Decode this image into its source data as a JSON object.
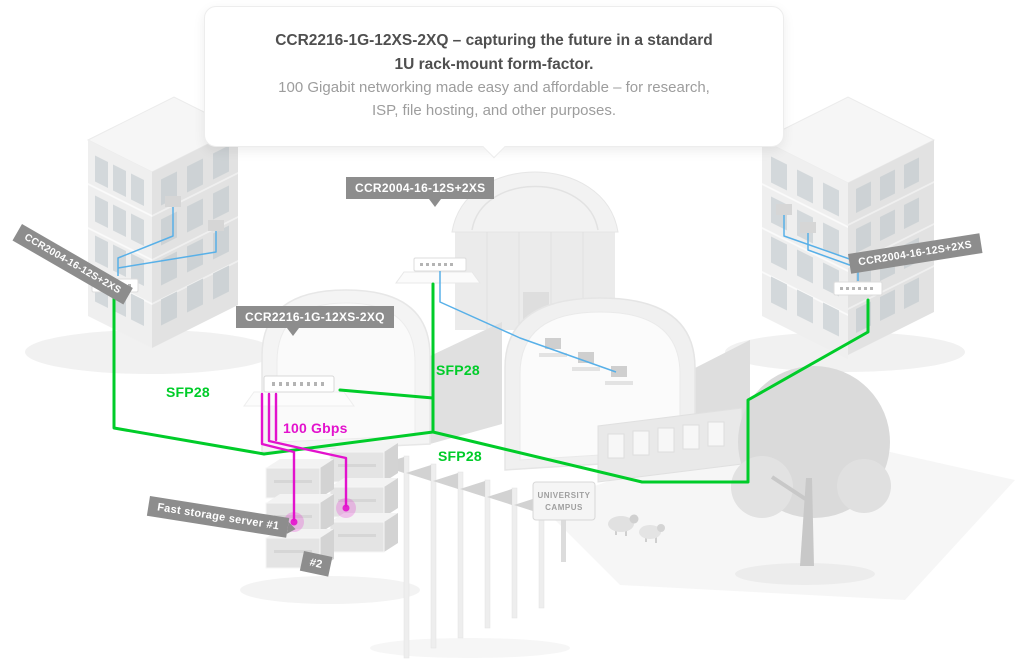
{
  "card": {
    "title_line1": "CCR2216-1G-12XS-2XQ – capturing the future in a standard",
    "title_line2": "1U rack-mount form-factor.",
    "subtitle_line1": "100 Gigabit networking made easy and affordable – for research,",
    "subtitle_line2": "ISP, file hosting, and other purposes."
  },
  "banners": {
    "left_router": "CCR2004-16-12S+2XS",
    "top_router": "CCR2004-16-12S+2XS",
    "right_router": "CCR2004-16-12S+2XS",
    "core_router": "CCR2216-1G-12XS-2XQ",
    "storage_primary": "Fast storage server #1",
    "storage_secondary": "#2"
  },
  "link_labels": {
    "sfp28_left": "SFP28",
    "sfp28_center": "SFP28",
    "sfp28_bottom": "SFP28",
    "speed": "100 Gbps"
  },
  "campus_sign": {
    "line1": "UNIVERSITY",
    "line2": "CAMPUS"
  },
  "colors": {
    "link_green": "#00cc29",
    "link_magenta": "#e312cd",
    "cable_blue": "#58b0e8",
    "banner_gray": "#8d8d8d",
    "title_text": "#4f4f4f",
    "subtitle_text": "#9d9d9d"
  }
}
